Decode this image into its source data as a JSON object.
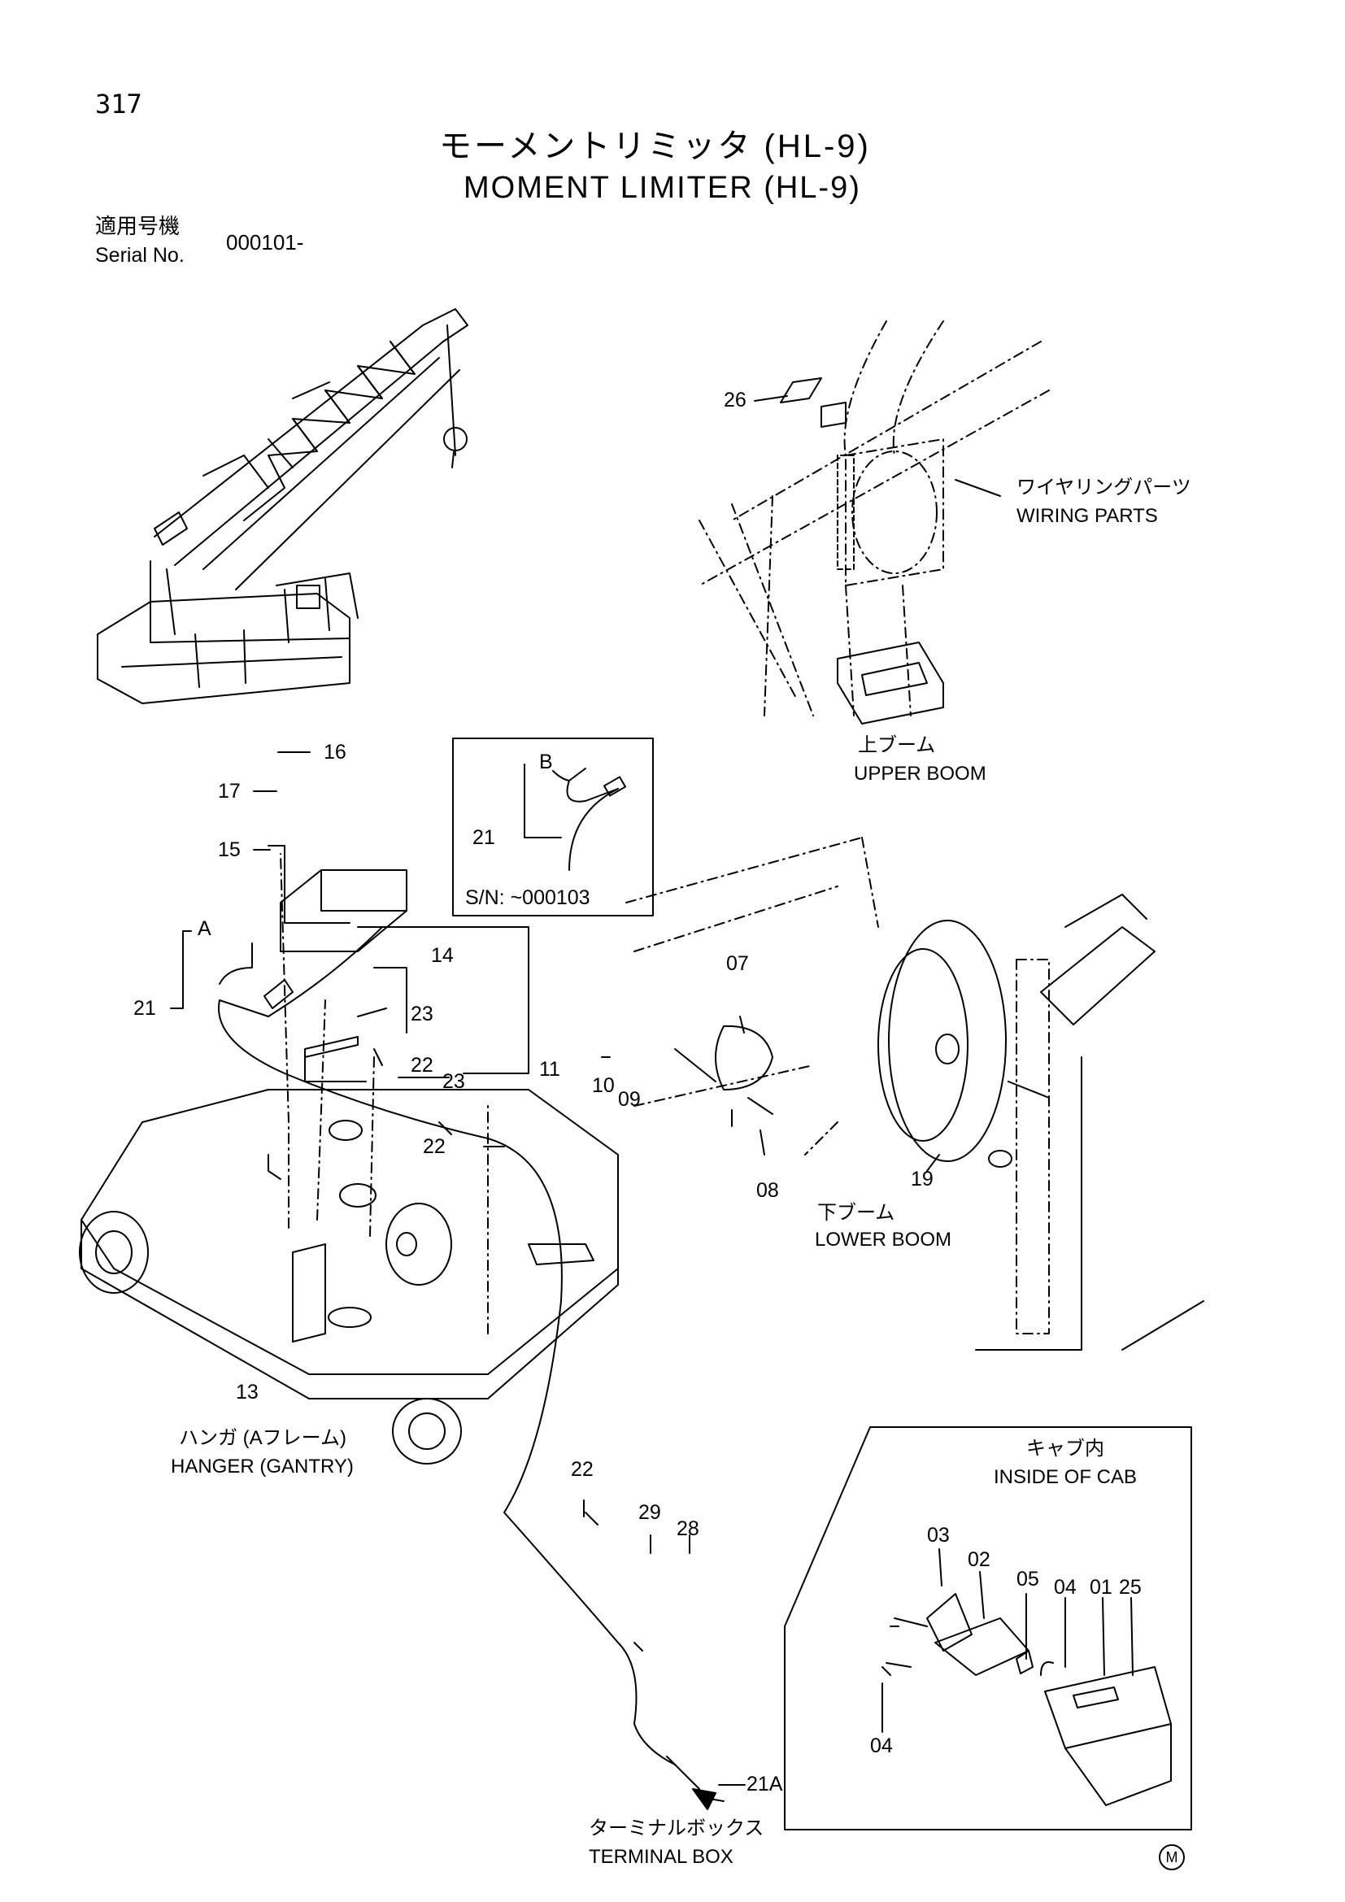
{
  "page_number": "317",
  "title_jp": "モーメントリミッタ (HL-9)",
  "title_en": "MOMENT LIMITER (HL-9)",
  "serial": {
    "label_jp": "適用号機",
    "label_en": "Serial No.",
    "value": "000101-"
  },
  "inset_serial": "S/N: ~000103",
  "callouts": {
    "c26": "26",
    "c16": "16",
    "c17": "17",
    "c15": "15",
    "cA": "A",
    "cB": "B",
    "c21_inset": "21",
    "c21": "21",
    "c14": "14",
    "c23a": "23",
    "c22a": "22",
    "c23b": "23",
    "c11": "11",
    "c22b": "22",
    "c13": "13",
    "c07": "07",
    "c10": "10",
    "c09": "09",
    "c08": "08",
    "c19": "19",
    "c22c": "22",
    "c29": "29",
    "c28": "28",
    "c21A": "21A",
    "c03": "03",
    "c02": "02",
    "c05": "05",
    "c04a": "04",
    "c01": "01",
    "c25": "25",
    "c04b": "04"
  },
  "captions": {
    "wiring_jp": "ワイヤリングパーツ",
    "wiring_en": "WIRING PARTS",
    "upper_jp": "上ブーム",
    "upper_en": "UPPER BOOM",
    "lower_jp": "下ブーム",
    "lower_en": "LOWER BOOM",
    "hanger_jp": "ハンガ (Aフレーム)",
    "hanger_en": "HANGER (GANTRY)",
    "cab_jp": "キャブ内",
    "cab_en": "INSIDE OF CAB",
    "terminal_jp": "ターミナルボックス",
    "terminal_en": "TERMINAL BOX"
  },
  "mark": "M"
}
